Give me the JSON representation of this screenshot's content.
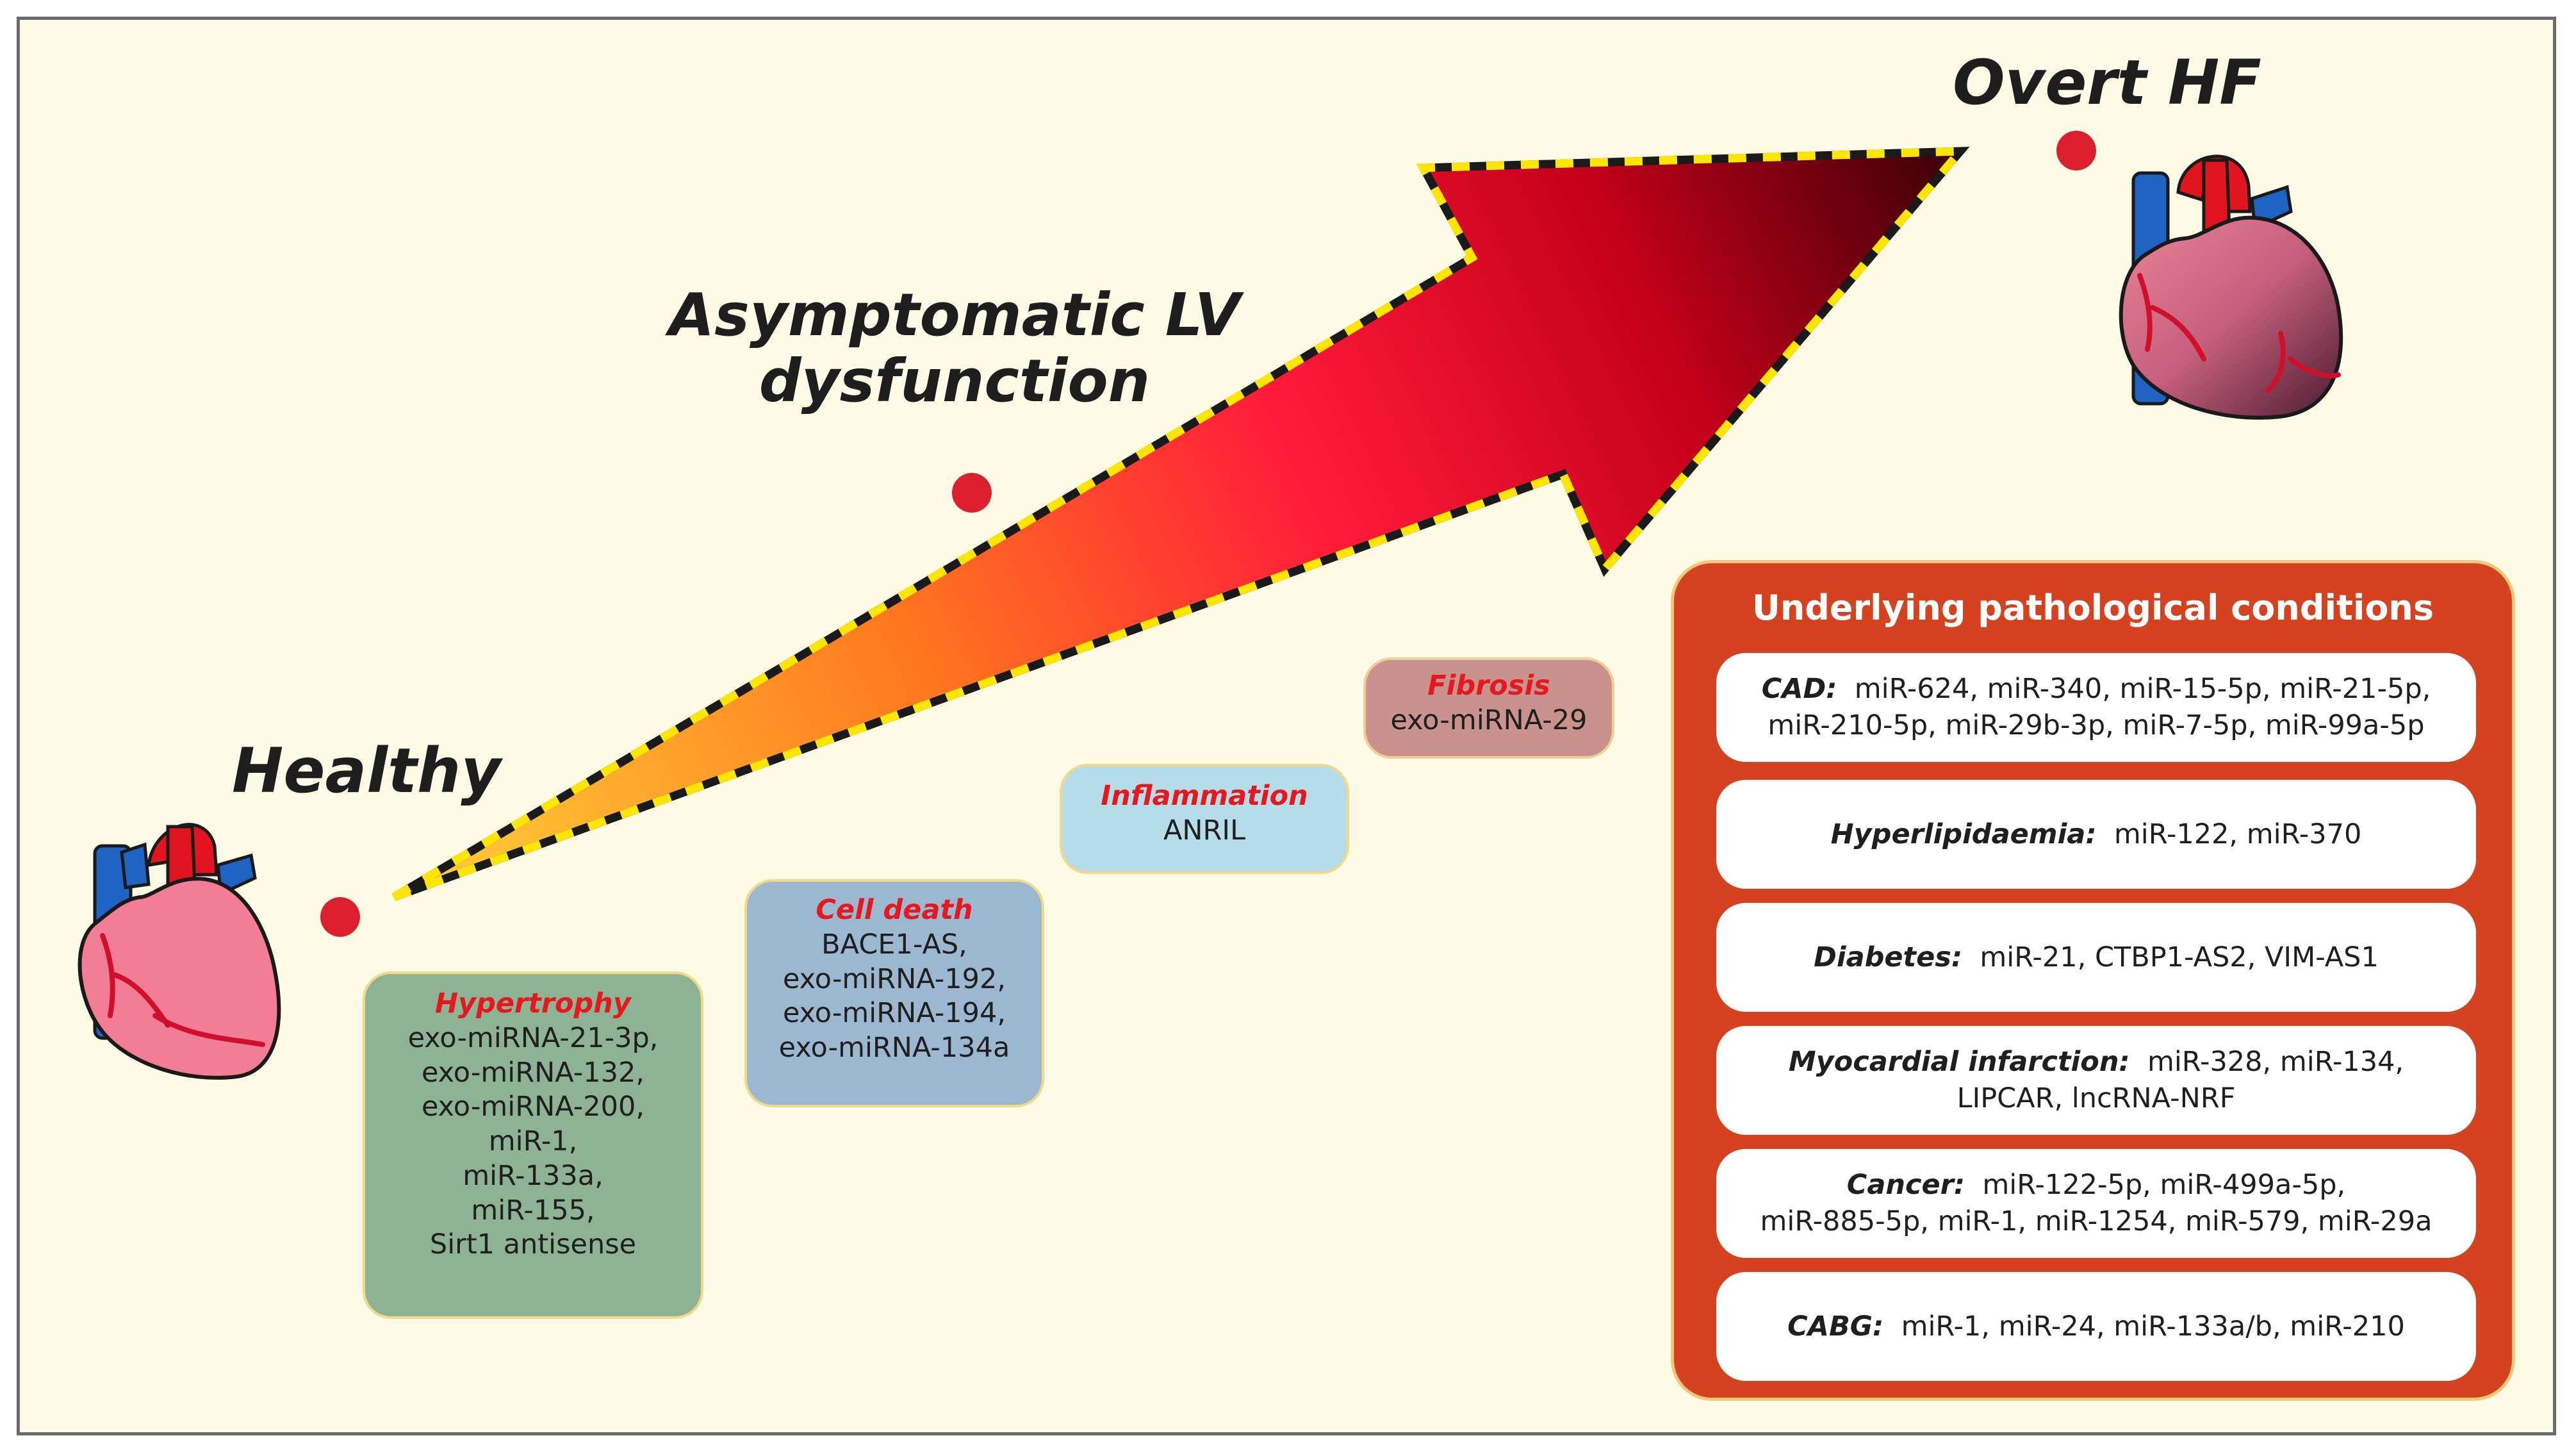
{
  "stages": {
    "healthy": "Healthy",
    "asymptomatic": [
      "Asymptomatic LV",
      "dysfunction"
    ],
    "overt": "Overt HF"
  },
  "mechanisms": {
    "hypertrophy": {
      "title": "Hypertrophy",
      "items": [
        "exo-miRNA-21-3p,",
        "exo-miRNA-132,",
        "exo-miRNA-200,",
        "miR-1,",
        "miR-133a,",
        "miR-155,",
        "Sirt1 antisense"
      ]
    },
    "cell_death": {
      "title": "Cell death",
      "items": [
        "BACE1-AS,",
        "exo-miRNA-192,",
        "exo-miRNA-194,",
        "exo-miRNA-134a"
      ]
    },
    "inflammation": {
      "title": "Inflammation",
      "items": [
        "ANRIL"
      ]
    },
    "fibrosis": {
      "title": "Fibrosis",
      "items": [
        "exo-miRNA-29"
      ]
    }
  },
  "conditions": {
    "title": "Underlying pathological conditions",
    "items": [
      {
        "name": "CAD:",
        "line1": "miR-624, miR-340, miR-15-5p, miR-21-5p,",
        "line2": "miR-210-5p, miR-29b-3p, miR-7-5p, miR-99a-5p"
      },
      {
        "name": "Hyperlipidaemia:",
        "line1": "miR-122, miR-370",
        "line2": ""
      },
      {
        "name": "Diabetes:",
        "line1": "miR-21, CTBP1-AS2, VIM-AS1",
        "line2": ""
      },
      {
        "name": "Myocardial infarction:",
        "line1": "miR-328, miR-134,",
        "line2": "LIPCAR, lncRNA-NRF"
      },
      {
        "name": "Cancer:",
        "line1": "miR-122-5p, miR-499a-5p,",
        "line2": "miR-885-5p, miR-1, miR-1254, miR-579, miR-29a"
      },
      {
        "name": "CABG:",
        "line1": "miR-1, miR-24, miR-133a/b, miR-210",
        "line2": ""
      }
    ]
  },
  "colors": {
    "background": "#fdfbe6",
    "arrow_gradient": [
      "#ffd23a",
      "#ff7a1e",
      "#ff1a3a",
      "#c4001a",
      "#3a0006"
    ],
    "arrow_outline": [
      "#1a1a1a",
      "#ffe600"
    ],
    "dot": "#dc1f2e",
    "hypertrophy_box": "#8db394",
    "cell_death_box": "#9cb7d0",
    "inflammation_box": "#b6dbe9",
    "fibrosis_box": "#c9928c",
    "panel": "#d4421f",
    "mechanism_title": "#e3191f"
  },
  "icons": [
    "healthy-heart-icon",
    "diseased-heart-icon"
  ]
}
